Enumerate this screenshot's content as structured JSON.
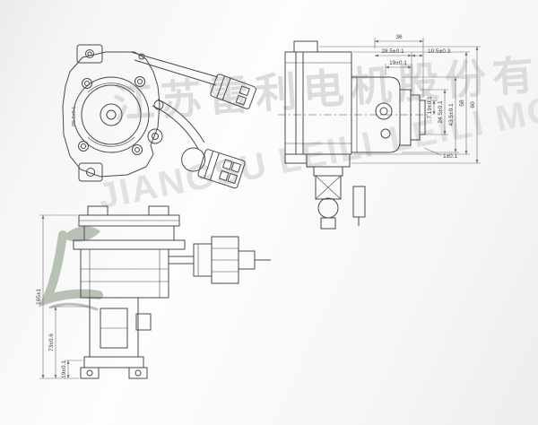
{
  "watermark": {
    "cn_text": "江苏雷利电机股份有限公司",
    "en_part1": "JIANGSU LEILI",
    "en_part2": "LEILI MOTOR CO",
    "colors": {
      "cn": "#dcdcdc",
      "en": "#e1e1e1",
      "logo": "#b7c2b4"
    }
  },
  "front_view": {
    "dia_label": "Ø5.5±0.1"
  },
  "side_view": {
    "dim_36": "36",
    "dim_28_5": "28.5±0.1",
    "dim_10_5": "10.5±0.3",
    "dim_19": "19±0.1",
    "dim_7_19": "7.19±0.1",
    "dim_24_5": "24.5±0.1",
    "dim_43_5": "43.5±0.1",
    "dim_58": "58",
    "dim_60": "60",
    "dim_1": "1±0.1"
  },
  "bottom_view": {
    "dim_165": "165±1",
    "dim_73": "73±0.6",
    "dim_19": "19±0.1"
  },
  "colors": {
    "line": "#4b4b4b",
    "dimension": "#707070"
  }
}
